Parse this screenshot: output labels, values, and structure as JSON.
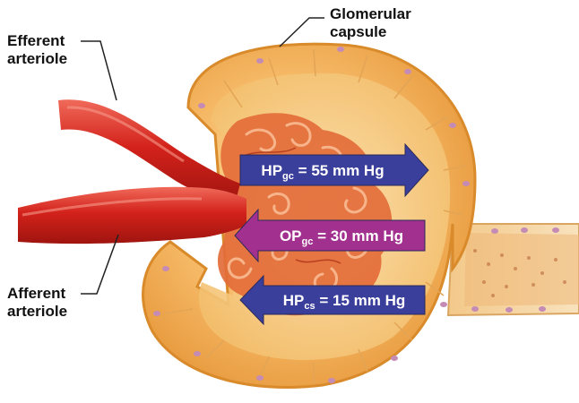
{
  "labels": {
    "efferent": [
      "Efferent",
      "arteriole"
    ],
    "afferent": [
      "Afferent",
      "arteriole"
    ],
    "capsule": [
      "Glomerular",
      "capsule"
    ]
  },
  "pressures": [
    {
      "main": "HP",
      "sub": "gc",
      "value": "= 55 mm Hg",
      "direction": "outward",
      "color": "#3b3f9c"
    },
    {
      "main": "OP",
      "sub": "gc",
      "value": "= 30 mm Hg",
      "direction": "inward",
      "color": "#a2308e"
    },
    {
      "main": "HP",
      "sub": "cs",
      "value": "= 15 mm Hg",
      "direction": "inward",
      "color": "#3b3f9c"
    }
  ],
  "colors": {
    "capsule": "#f2a942",
    "capsule_edge": "#d98a2a",
    "vessel": "#d3221b",
    "glomerulus": "#e36d3a",
    "cell_nucleus": "#c48bb5"
  }
}
